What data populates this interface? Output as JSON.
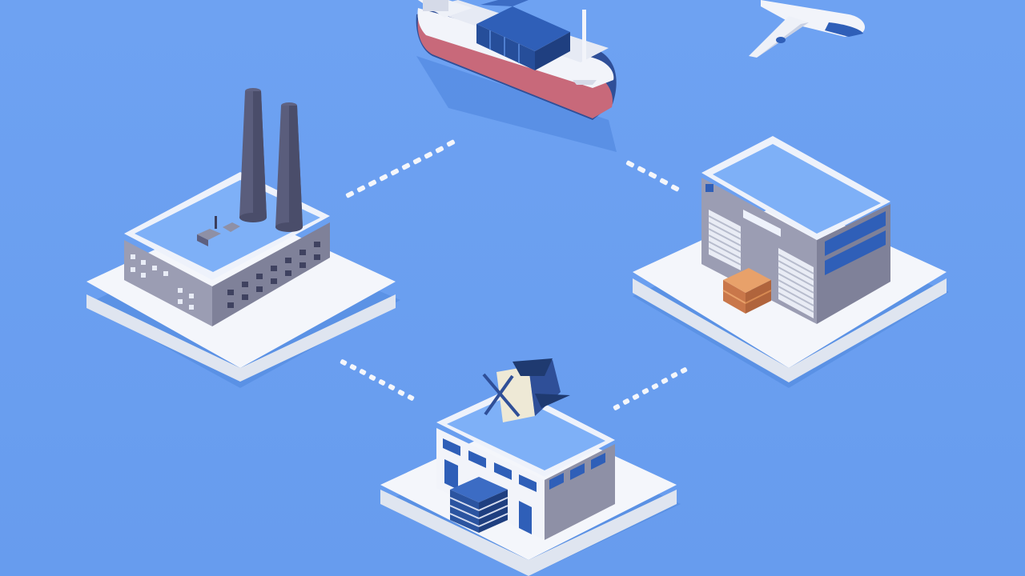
{
  "scene": {
    "background": "#6a9ff0",
    "items": [
      {
        "name": "factory",
        "icon": "factory-icon"
      },
      {
        "name": "cargo-ship",
        "icon": "ship-icon"
      },
      {
        "name": "airplane",
        "icon": "airplane-icon"
      },
      {
        "name": "warehouse",
        "icon": "warehouse-icon"
      },
      {
        "name": "distribution-center",
        "icon": "distribution-center-icon"
      },
      {
        "name": "cargo-boxes",
        "icon": "box-icon"
      }
    ],
    "colors": {
      "platform": "#f4f6fb",
      "platform_side": "#dfe5f0",
      "building_wall": "#8e90a6",
      "building_roof": "#7eb0f7",
      "ship_hull_red": "#c8697a",
      "container_blue": "#2f5fb8",
      "box": "#d88a52"
    }
  }
}
